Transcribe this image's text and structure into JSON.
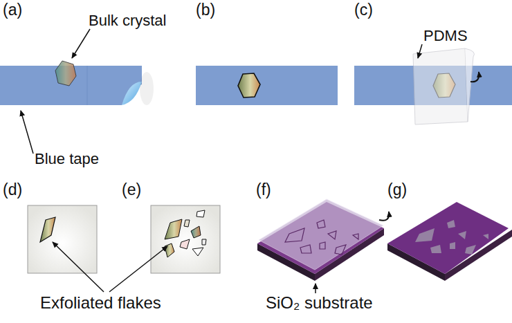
{
  "diagram": {
    "labels": [
      "(a)",
      "(b)",
      "(c)",
      "Bulk crystal",
      "PDMS",
      "Blue tape",
      "(d)",
      "(e)",
      "(f)",
      "(g)",
      "Exfoliated flakes",
      "SiO₂ substrate"
    ]
  }
}
